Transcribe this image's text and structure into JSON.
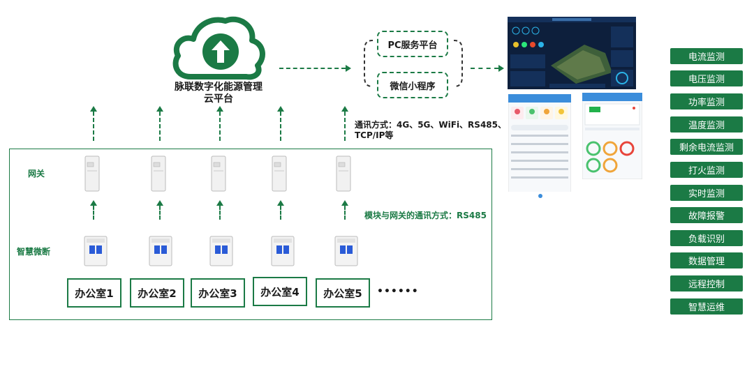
{
  "cloud": {
    "title_line1": "脉联数字化能源管理",
    "title_line2": "云平台"
  },
  "platforms": {
    "pc": "PC服务平台",
    "wechat": "微信小程序"
  },
  "comm": {
    "top_line1": "通讯方式：4G、5G、WiFi、RS485、",
    "top_line2": "TCP/IP等",
    "module": "模块与网关的通讯方式：RS485"
  },
  "labels": {
    "gateway": "网关",
    "breaker": "智慧微断"
  },
  "offices": [
    "办公室1",
    "办公室2",
    "办公室3",
    "办公室4",
    "办公室5"
  ],
  "ellipsis": "••••••",
  "features": [
    "电流监测",
    "电压监测",
    "功率监测",
    "温度监测",
    "剩余电流监测",
    "打火监测",
    "实时监测",
    "故障报警",
    "负载识别",
    "数据管理",
    "远程控制",
    "智慧运维"
  ],
  "colors": {
    "brand_green": "#1b7a45",
    "dashboard_bg": "#0d1f3c"
  }
}
